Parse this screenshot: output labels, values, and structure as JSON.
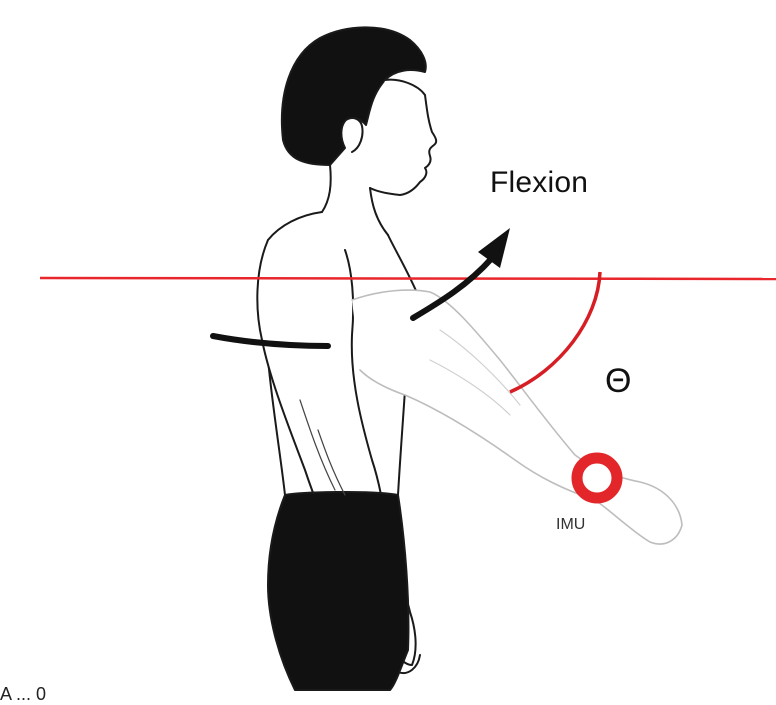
{
  "diagram": {
    "movement_label": "Flexion",
    "angle_symbol": "Θ",
    "sensor_label": "IMU",
    "caption_partial": "A    ... 0"
  },
  "colors": {
    "reference_line": "#e8262c",
    "angle_arc": "#d61e24",
    "imu_marker": "#e3262a",
    "arrow": "#111111",
    "outline": "#1a1a1a"
  },
  "icons": {
    "figure": "human-figure-side-view",
    "arrow": "curved-arrow-icon",
    "imu": "imu-sensor-ring-icon"
  }
}
